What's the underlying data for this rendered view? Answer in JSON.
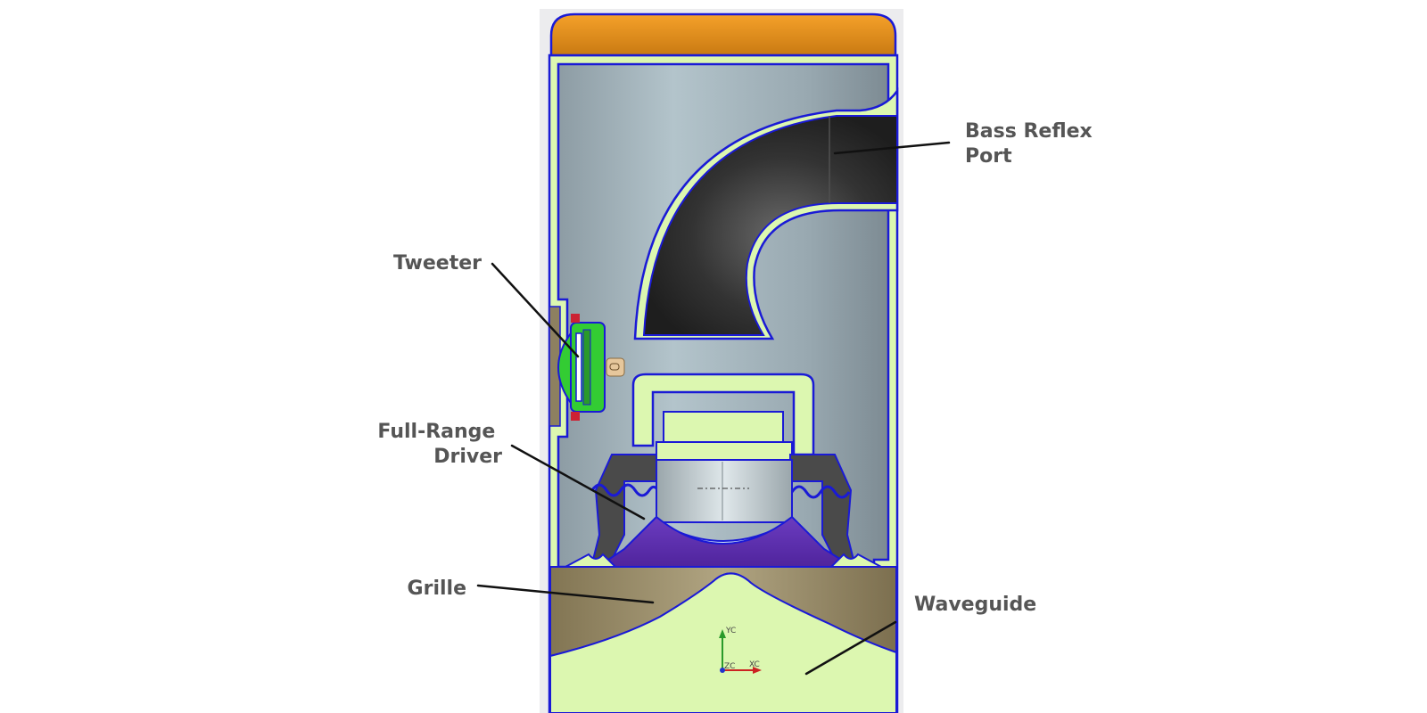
{
  "colors": {
    "label_text": "#555555",
    "leader_line": "#111111",
    "outline": "#1a1ad6",
    "foam": "#dcf7b0",
    "cavity": "#a3b4bc",
    "top_cap": "#e39220",
    "port": "#3a3a3a",
    "tweeter": "#33cc33",
    "grille": "#9a8e6c",
    "cone": "#5a2ca8",
    "magnet": "#c8d2d6"
  },
  "labels": {
    "bass_reflex_port": [
      "Bass Reflex",
      "Port"
    ],
    "tweeter": [
      "Tweeter"
    ],
    "full_range_driver": [
      "Full-Range",
      "Driver"
    ],
    "grille": [
      "Grille"
    ],
    "waveguide": [
      "Waveguide"
    ]
  },
  "axis_triad": {
    "vertical": "YC",
    "horizontal": "XC",
    "depth": "ZC"
  }
}
